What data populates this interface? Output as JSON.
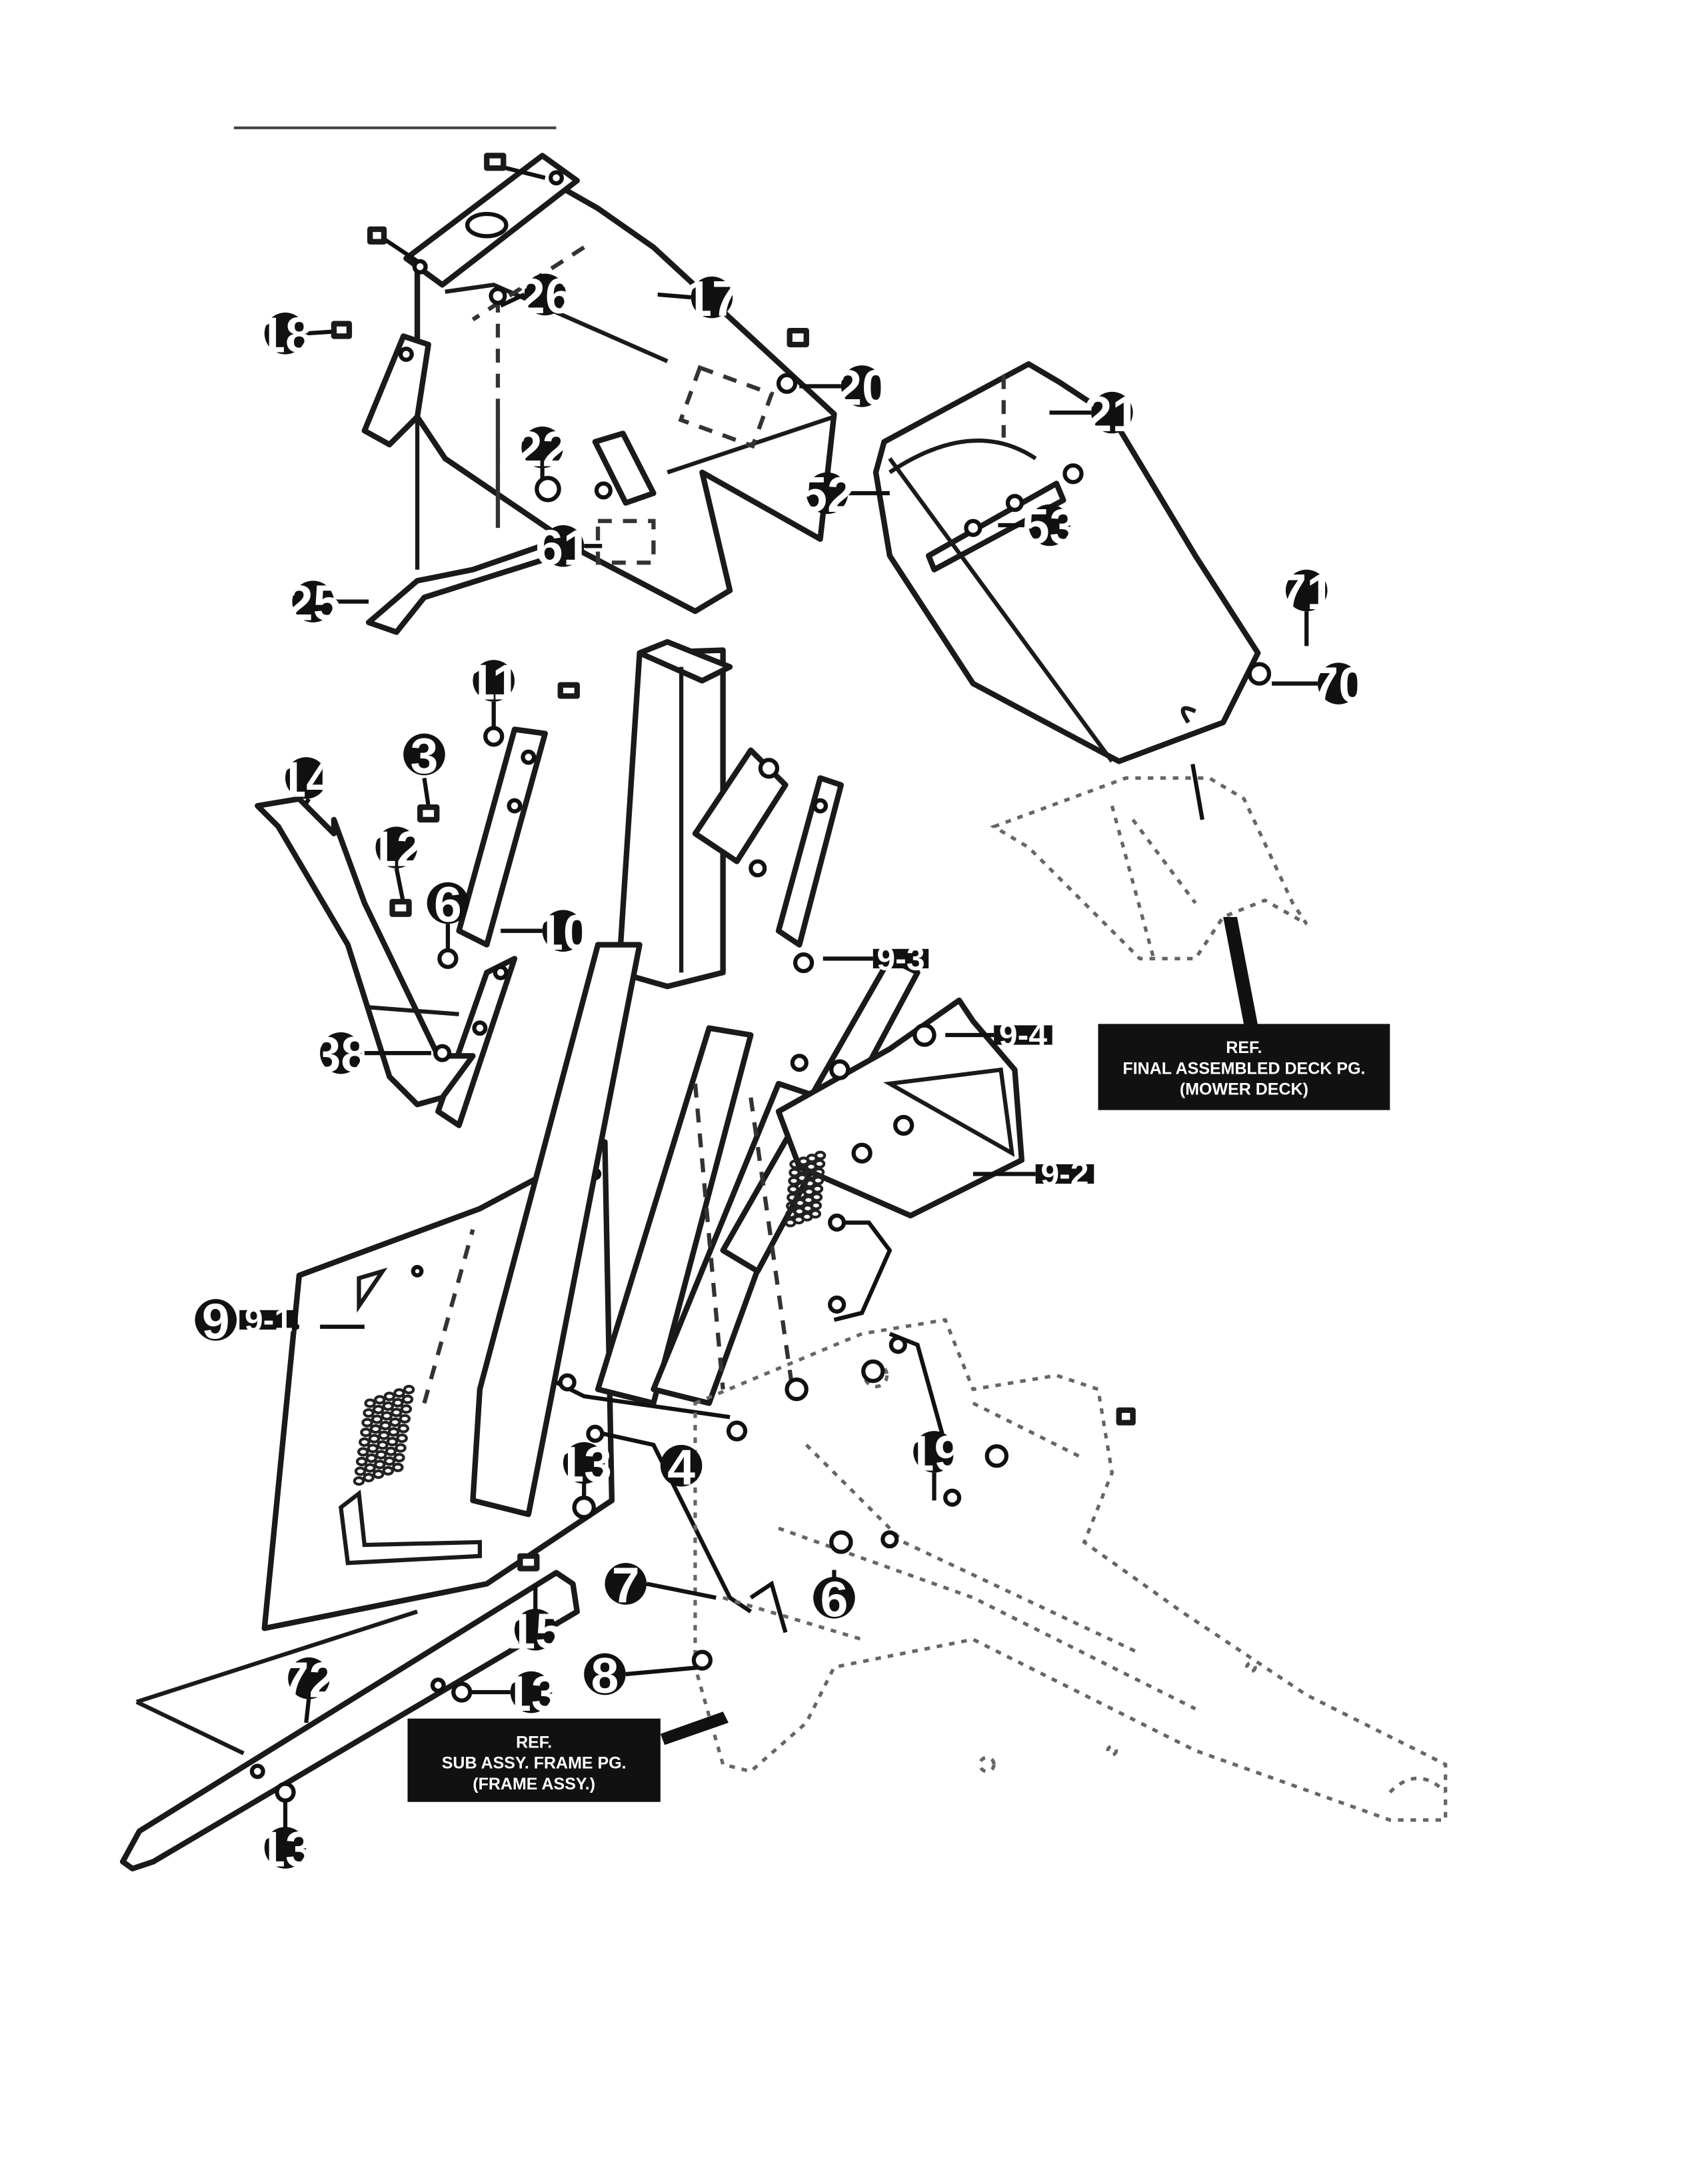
{
  "callouts": {
    "c17": "17",
    "c18": "18",
    "c26": "26",
    "c20": "20",
    "c21": "21",
    "c22": "22",
    "c52": "52",
    "c53": "53",
    "c61": "61",
    "c25": "25",
    "c71": "71",
    "c70": "70",
    "c11": "11",
    "c3": "3",
    "c14": "14",
    "c12": "12",
    "c6a": "6",
    "c10": "10",
    "c38": "38",
    "c9": "9",
    "c13a": "13",
    "c4": "4",
    "c19": "19",
    "c6b": "6",
    "c7": "7",
    "c15": "15",
    "c8": "8",
    "c72": "72",
    "c13b": "13",
    "c13c": "13"
  },
  "tags": {
    "t9_3": "9-3",
    "t9_4": "9-4",
    "t9_2": "9-2",
    "t9_1": "9-1"
  },
  "refs": {
    "deck": {
      "line1": "REF.",
      "line2": "FINAL ASSEMBLED DECK PG.",
      "line3": "(MOWER DECK)"
    },
    "frame": {
      "line1": "REF.",
      "line2": "SUB ASSY. FRAME PG.",
      "line3": "(FRAME ASSY.)"
    }
  },
  "colors": {
    "ink": "#111111",
    "paper": "#ffffff"
  }
}
